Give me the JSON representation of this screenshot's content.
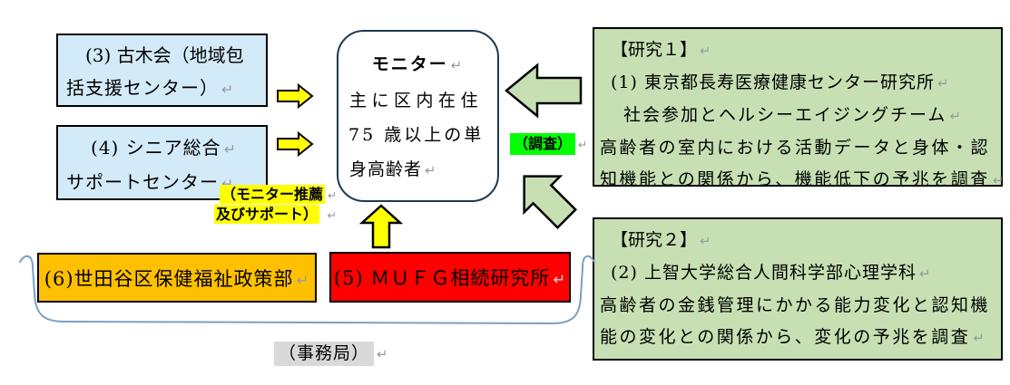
{
  "symbols": {
    "cr": "↵"
  },
  "colors": {
    "left_box_fill": "#d3eaf8",
    "research_box_fill": "#c6e0b4",
    "arrow_green_fill": "#c6e0b4",
    "arrow_yellow_fill": "#ffff00",
    "box6_fill": "#ffc000",
    "box5_fill": "#ff0000",
    "recommend_highlight": "#ffff00",
    "survey_highlight": "#00ff00",
    "secretariat_highlight": "#d9d9d9",
    "monitor_border": "#1f3a50",
    "brace_stroke": "#7ba1c0"
  },
  "left_boxes": {
    "box3": {
      "lines": [
        "(3) 古木会（地域包",
        "括支援センター）"
      ]
    },
    "box4": {
      "lines": [
        "(4) シニア総合",
        "サポートセンター"
      ]
    }
  },
  "monitor": {
    "lines": [
      "モニター",
      "主に区内在住",
      "75 歳以上の単",
      "身高齢者"
    ]
  },
  "labels": {
    "recommend": {
      "lines": [
        "（モニター推薦",
        "及びサポート）"
      ]
    },
    "survey": "（調査）",
    "secretariat": "（事務局）"
  },
  "bottom_boxes": {
    "box6": "(6)世田谷区保健福祉政策部",
    "box5": "(5) ＭＵＦＧ相続研究所"
  },
  "research1": {
    "lines": [
      "【研究１】",
      "(1) 東京都長寿医療健康センター研究所",
      "社会参加とヘルシーエイジングチーム",
      "高齢者の室内における活動データと身体・認",
      "知機能との関係から、機能低下の予兆を調査"
    ]
  },
  "research2": {
    "lines": [
      "【研究２】",
      "(2) 上智大学総合人間科学部心理学科",
      "高齢者の金銭管理にかかる能力変化と認知機",
      "能の変化との関係から、変化の予兆を調査"
    ]
  }
}
